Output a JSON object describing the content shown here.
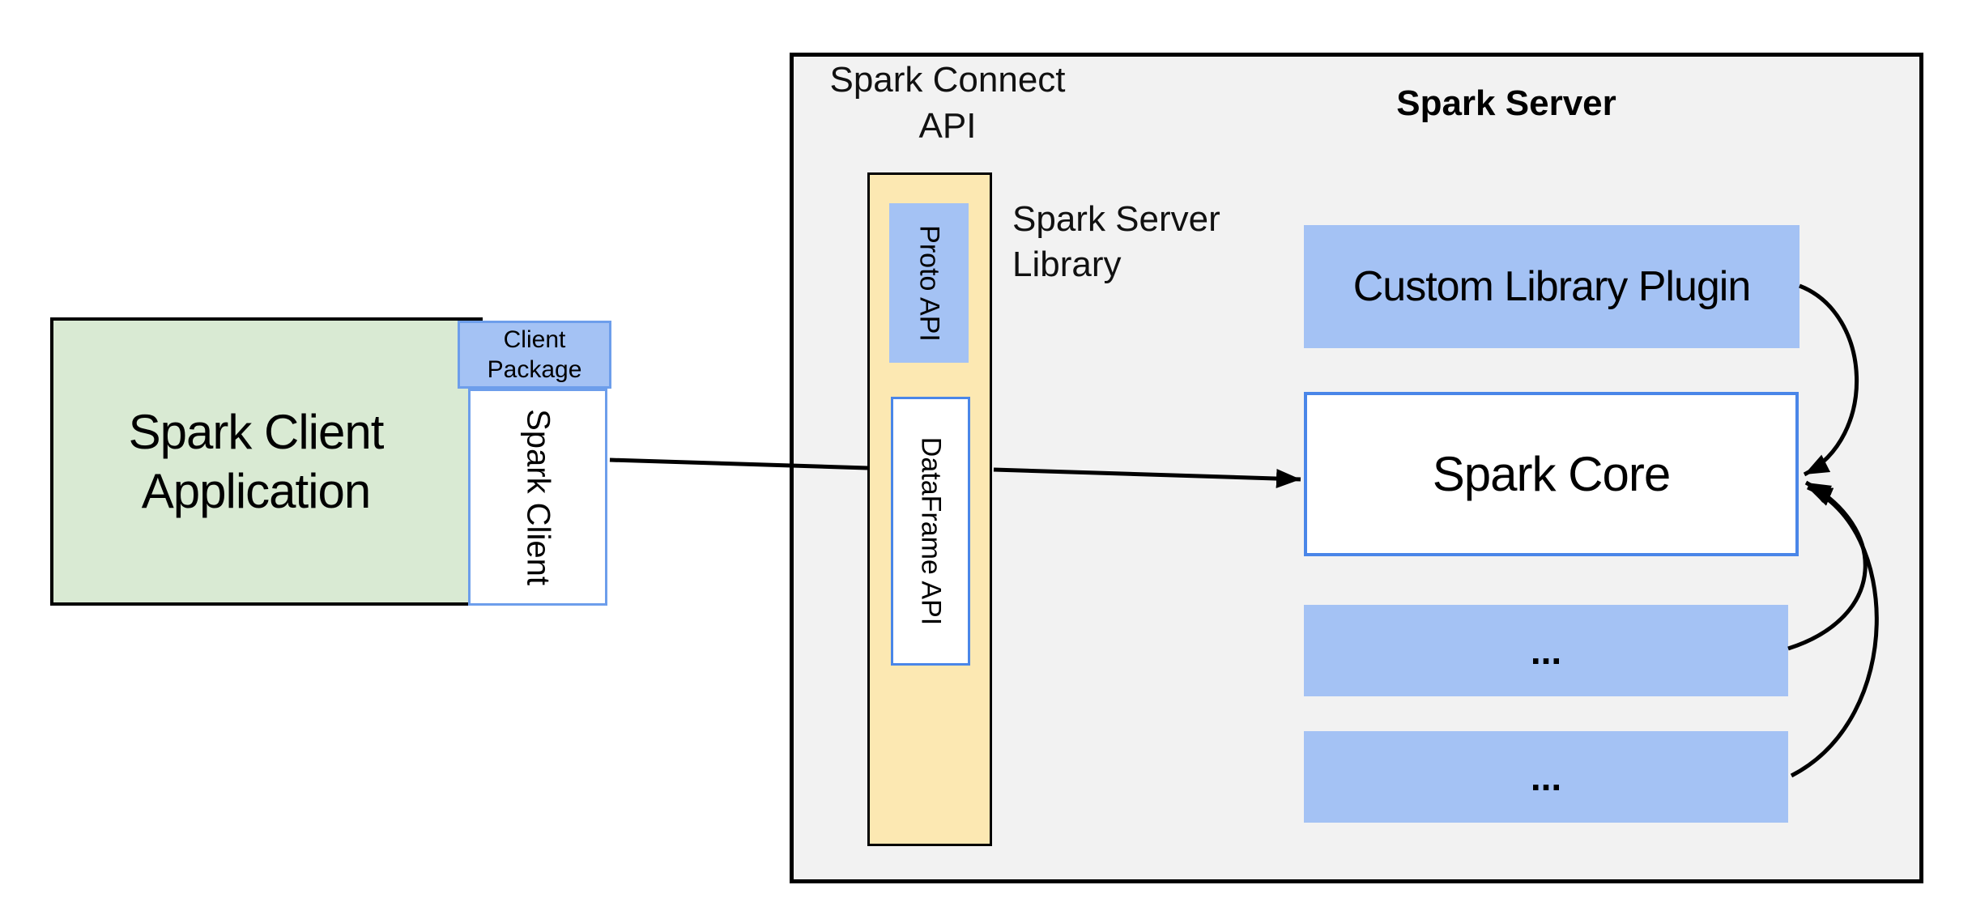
{
  "colors": {
    "green": "#d9ead3",
    "blue-fill": "#a4c2f4",
    "blue-border": "#4a86e8",
    "blue-border-light": "#6d9eeb",
    "yellow": "#fce8b2",
    "gray": "#f2f2f2",
    "line": "#000000"
  },
  "client": {
    "app_label": "Spark Client\nApplication",
    "package_label": "Client\nPackage",
    "client_label": "Spark Client"
  },
  "connect": {
    "title": "Spark Connect\nAPI",
    "proto_label": "Proto API",
    "dataframe_label": "DataFrame API",
    "library_label": "Spark Server\nLibrary"
  },
  "server": {
    "title": "Spark Server",
    "plugin_label": "Custom Library Plugin",
    "core_label": "Spark Core",
    "dots1": "...",
    "dots2": "..."
  }
}
